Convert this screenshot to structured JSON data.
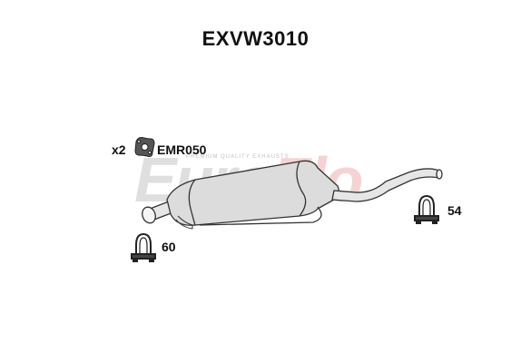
{
  "title": "EXVW3010",
  "watermark": {
    "part1": "Euro",
    "part2": "Flo",
    "tagline": "PREMIUM QUALITY EXHAUSTS"
  },
  "parts": {
    "gasket": {
      "qty": "x2",
      "code": "EMR050"
    },
    "clamp_right": {
      "code": "54"
    },
    "clamp_left": {
      "code": "60"
    }
  },
  "colors": {
    "outline": "#333333",
    "pipe_fill": "#e6e6e6",
    "muffler_fill": "#dcdcdc",
    "watermark_flo": "#dc5050"
  }
}
